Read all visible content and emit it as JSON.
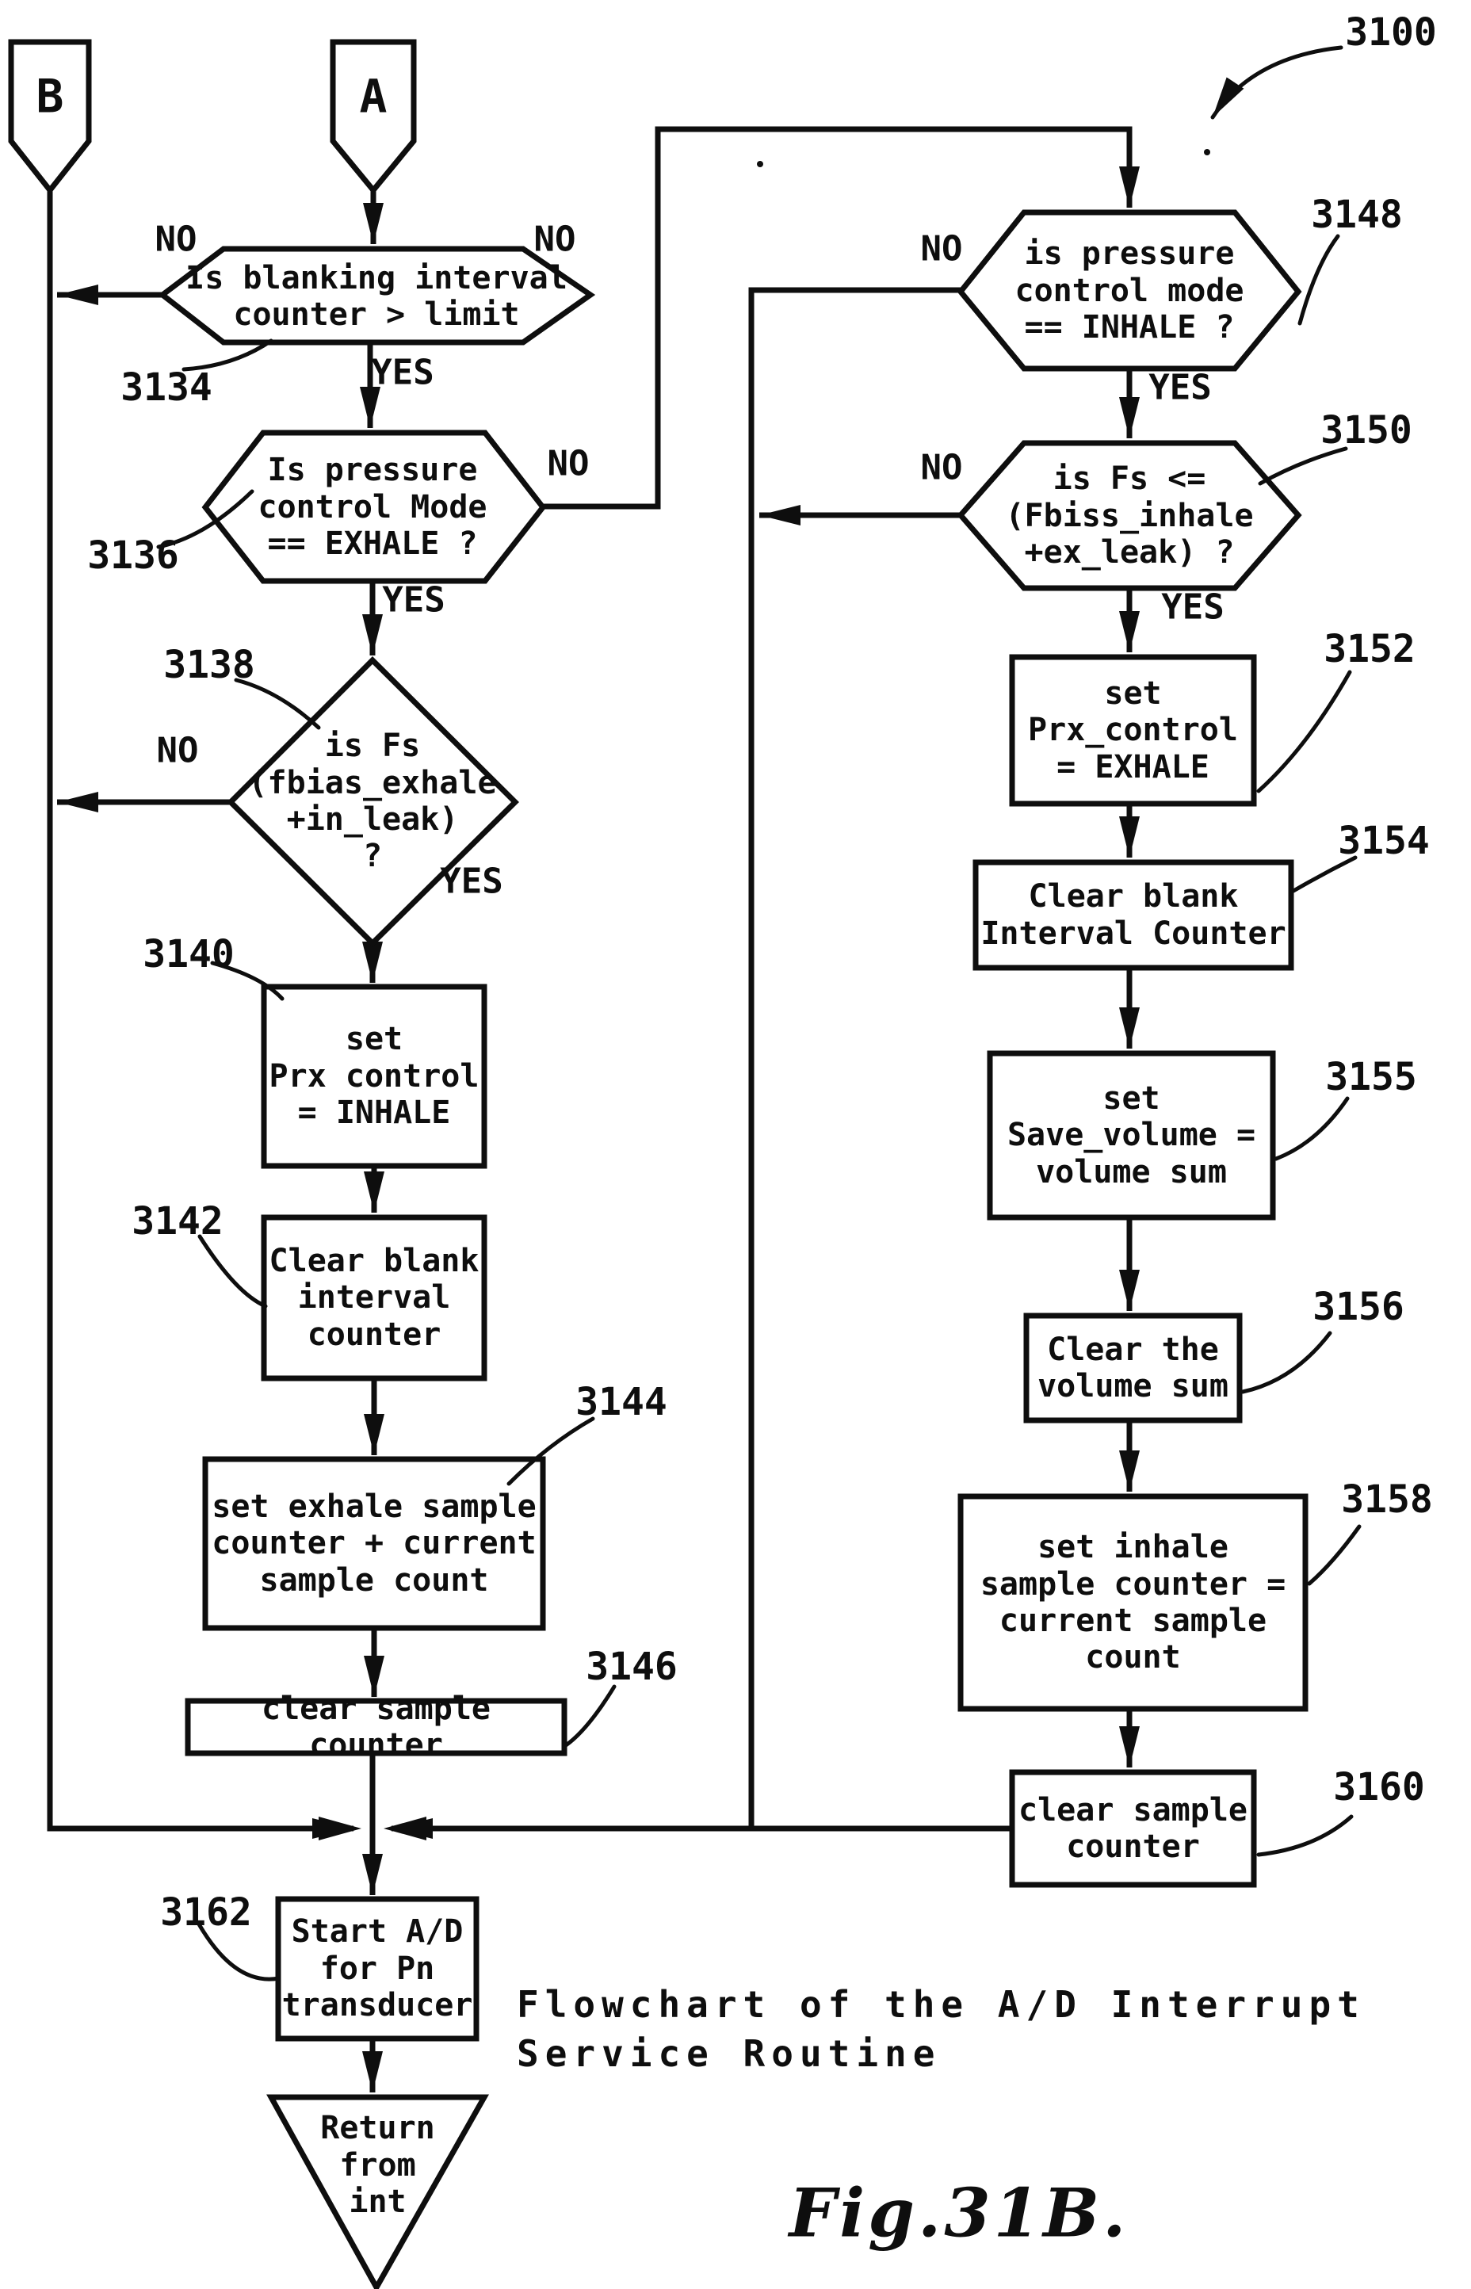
{
  "figure": {
    "fig_label": "Fig.31B.",
    "caption": "Flowchart of the A/D Interrupt\nService Routine",
    "diagram_ref": "3100"
  },
  "connectors": {
    "b": "B",
    "a": "A"
  },
  "labels": {
    "yes": "YES",
    "no": "NO"
  },
  "nodes": {
    "n3134": {
      "ref": "3134",
      "text": "Is blanking interval\ncounter > limit",
      "no_left": "NO",
      "no_right": "NO",
      "yes": "YES"
    },
    "n3136": {
      "ref": "3136",
      "text": "Is pressure\ncontrol Mode\n== EXHALE ?",
      "no": "NO",
      "yes": "YES"
    },
    "n3138": {
      "ref": "3138",
      "text": "is Fs\n(fbias_exhale\n+in_leak)\n?",
      "no": "NO",
      "yes": "YES"
    },
    "n3140": {
      "ref": "3140",
      "text": "set\nPrx control\n= INHALE"
    },
    "n3142": {
      "ref": "3142",
      "text": "Clear blank\ninterval\ncounter"
    },
    "n3144": {
      "ref": "3144",
      "text": "set exhale sample\ncounter + current\nsample count"
    },
    "n3146": {
      "ref": "3146",
      "text": "clear sample counter"
    },
    "n3148": {
      "ref": "3148",
      "text": "is pressure\ncontrol mode\n== INHALE ?",
      "no": "NO",
      "yes": "YES"
    },
    "n3150": {
      "ref": "3150",
      "text": "is Fs <=\n(Fbiss_inhale\n+ex_leak) ?",
      "no": "NO",
      "yes": "YES"
    },
    "n3152": {
      "ref": "3152",
      "text": "set\nPrx_control\n= EXHALE"
    },
    "n3154": {
      "ref": "3154",
      "text": "Clear blank\nInterval Counter"
    },
    "n3155": {
      "ref": "3155",
      "text": "set\nSave_volume =\nvolume sum"
    },
    "n3156": {
      "ref": "3156",
      "text": "Clear the\nvolume sum"
    },
    "n3158": {
      "ref": "3158",
      "text": "set inhale\nsample counter =\ncurrent sample\ncount"
    },
    "n3160": {
      "ref": "3160",
      "text": "clear sample\ncounter"
    },
    "n3162": {
      "ref": "3162",
      "text": "Start A/D\nfor Pn\ntransducer"
    },
    "nreturn": {
      "text": "Return\nfrom\nint"
    }
  },
  "colors": {
    "ink": "#0e0e0e",
    "paper": "#ffffff"
  }
}
